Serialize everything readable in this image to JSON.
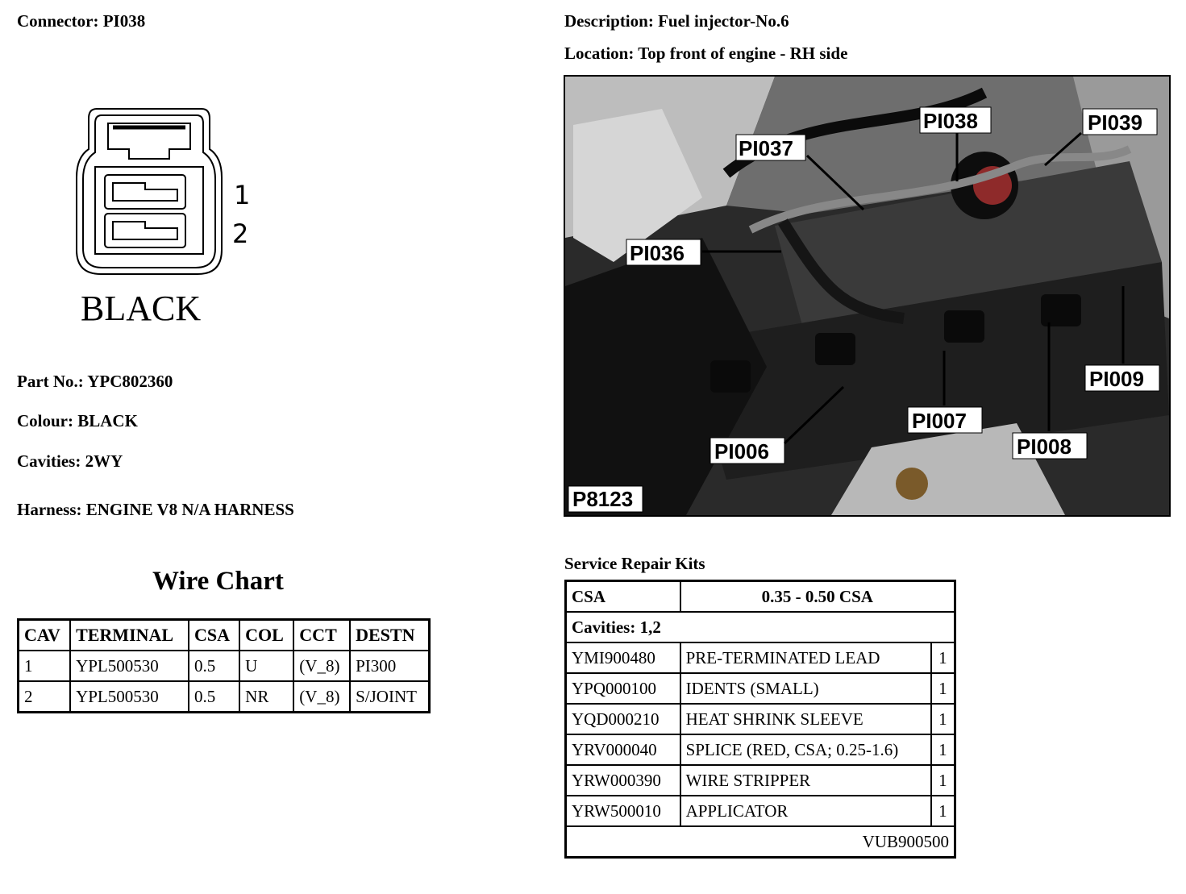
{
  "connector": {
    "label": "Connector: PI038"
  },
  "description": {
    "label": "Description: Fuel injector-No.6"
  },
  "location": {
    "label": "Location: Top front of engine - RH side"
  },
  "connector_drawing": {
    "pin1": "1",
    "pin2": "2",
    "colour_label": "BLACK"
  },
  "details": {
    "part_no": "Part No.: YPC802360",
    "colour": "Colour: BLACK",
    "cavities": "Cavities: 2WY",
    "harness": "Harness: ENGINE V8 N/A HARNESS"
  },
  "wire_chart": {
    "title": "Wire Chart",
    "headers": [
      "CAV",
      "TERMINAL",
      "CSA",
      "COL",
      "CCT",
      "DESTN"
    ],
    "rows": [
      [
        "1",
        "YPL500530",
        "0.5",
        "U",
        "(V_8)",
        "PI300"
      ],
      [
        "2",
        "YPL500530",
        "0.5",
        "NR",
        "(V_8)",
        "S/JOINT"
      ]
    ]
  },
  "photo": {
    "callouts": [
      "PI037",
      "PI038",
      "PI039",
      "PI036",
      "PI009",
      "PI007",
      "PI006",
      "PI008"
    ],
    "figure_id": "P8123"
  },
  "service_kits": {
    "title": "Service Repair Kits",
    "csa_label": "CSA",
    "csa_value": "0.35 - 0.50 CSA",
    "cavities": "Cavities: 1,2",
    "items": [
      [
        "YMI900480",
        "PRE-TERMINATED LEAD",
        "1"
      ],
      [
        "YPQ000100",
        "IDENTS (SMALL)",
        "1"
      ],
      [
        "YQD000210",
        "HEAT SHRINK SLEEVE",
        "1"
      ],
      [
        "YRV000040",
        "SPLICE (RED, CSA; 0.25-1.6)",
        "1"
      ],
      [
        "YRW000390",
        "WIRE STRIPPER",
        "1"
      ],
      [
        "YRW500010",
        "APPLICATOR",
        "1"
      ]
    ],
    "kit_number": "VUB900500"
  }
}
